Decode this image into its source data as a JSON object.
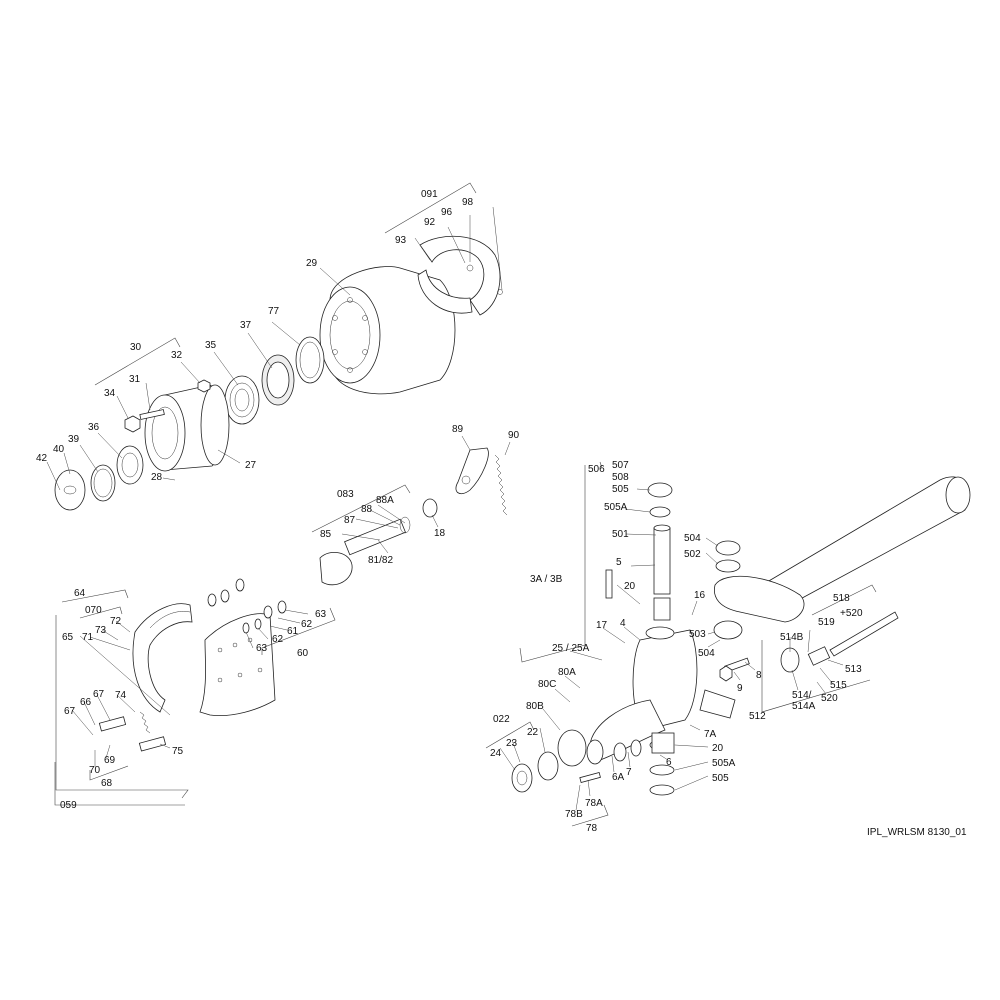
{
  "drawing_code": "IPL_WRLSM 8130_01",
  "callouts": {
    "c091": "091",
    "c92": "92",
    "c96": "96",
    "c98": "98",
    "c93": "93",
    "c29": "29",
    "c77": "77",
    "c37": "37",
    "c35": "35",
    "c32": "32",
    "c30": "30",
    "c31": "31",
    "c34": "34",
    "c36": "36",
    "c39": "39",
    "c40": "40",
    "c42": "42",
    "c28": "28",
    "c27": "27",
    "c89": "89",
    "c90": "90",
    "c083": "083",
    "c88A": "88A",
    "c88": "88",
    "c87": "87",
    "c85": "85",
    "c18": "18",
    "c8182": "81/82",
    "c506": "506",
    "c507": "507",
    "c508": "508",
    "c505t": "505",
    "c505At": "505A",
    "c501": "501",
    "c504t": "504",
    "c502": "502",
    "c5": "5",
    "c20t": "20",
    "c16": "16",
    "c3A3B": "3A / 3B",
    "c4": "4",
    "c17": "17",
    "c503": "503",
    "c504b": "504",
    "c2525A": "25 / 25A",
    "c80A": "80A",
    "c80C": "80C",
    "c80B": "80B",
    "c9": "9",
    "c8": "8",
    "c7A": "7A",
    "c20b": "20",
    "c6": "6",
    "c7": "7",
    "c6A": "6A",
    "c505Ab": "505A",
    "c505b": "505",
    "c022": "022",
    "c23": "23",
    "c22": "22",
    "c24": "24",
    "c78A": "78A",
    "c78B": "78B",
    "c78": "78",
    "c518": "518",
    "c520p": "+520",
    "c519": "519",
    "c514B": "514B",
    "c513": "513",
    "c515": "515",
    "c520": "520",
    "c5145": "514/",
    "c514A": "514A",
    "c512": "512",
    "c64": "64",
    "c070": "070",
    "c72": "72",
    "c73": "73",
    "c65": "65",
    "c71": "71",
    "c63a": "63",
    "c62a": "62",
    "c61": "61",
    "c62b": "62",
    "c63b": "63",
    "c60": "60",
    "c67a": "67",
    "c74": "74",
    "c66": "66",
    "c67b": "67",
    "c75": "75",
    "c69": "69",
    "c70": "70",
    "c68": "68",
    "c059": "059"
  }
}
